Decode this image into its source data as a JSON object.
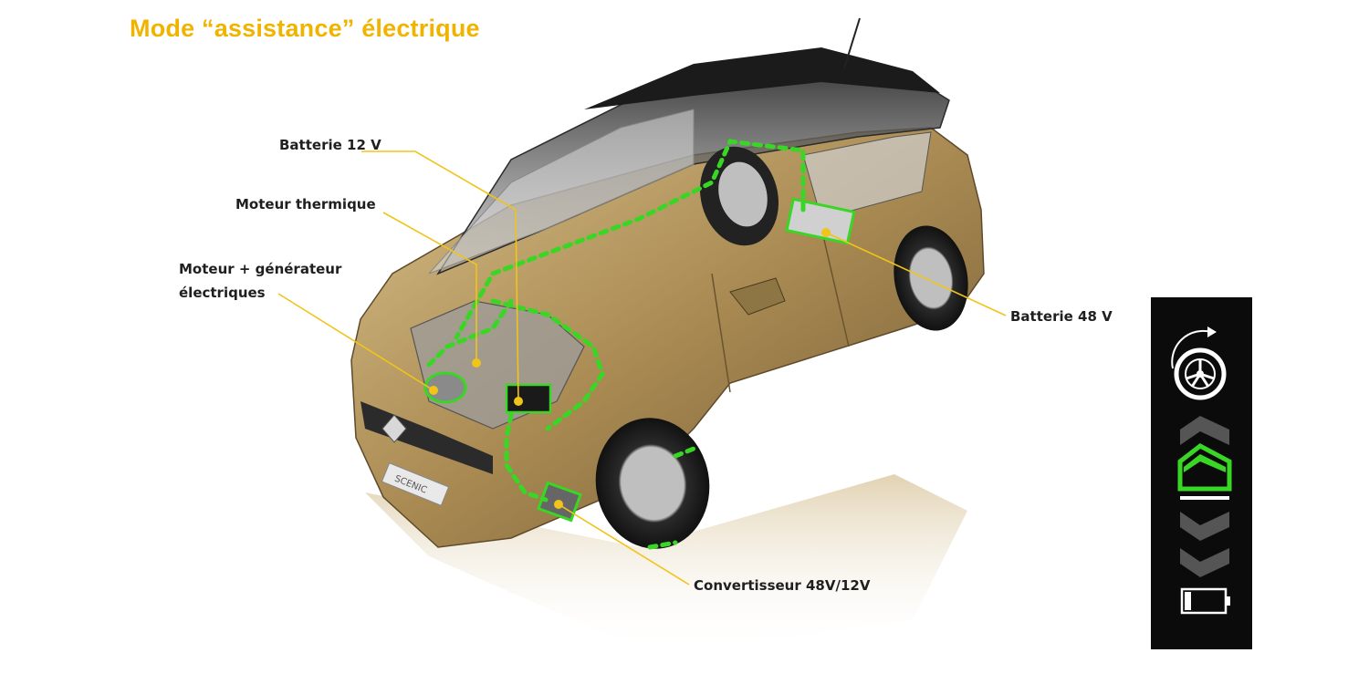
{
  "title": "Mode “assistance” électrique",
  "labels": {
    "battery_12v": "Batterie 12 V",
    "thermal_engine": "Moteur thermique",
    "electric_motor_line1": "Moteur + générateur",
    "electric_motor_line2": "électriques",
    "battery_48v": "Batterie 48 V",
    "converter": "Convertisseur 48V/12V"
  },
  "car_badge": "SCENIC",
  "colors": {
    "title": "#f0b400",
    "leader_line": "#f0c419",
    "energy_flow": "#39d626",
    "car_body": "#b08f55",
    "panel_bg": "#0b0b0b",
    "active_chevron": "#39d626"
  },
  "mode_panel": {
    "icons": [
      "wheel-rotation-icon",
      "chevron-up-icon",
      "chevron-up-active-icon",
      "chevron-down-icon",
      "battery-low-icon"
    ],
    "active_level": "assist-up"
  }
}
